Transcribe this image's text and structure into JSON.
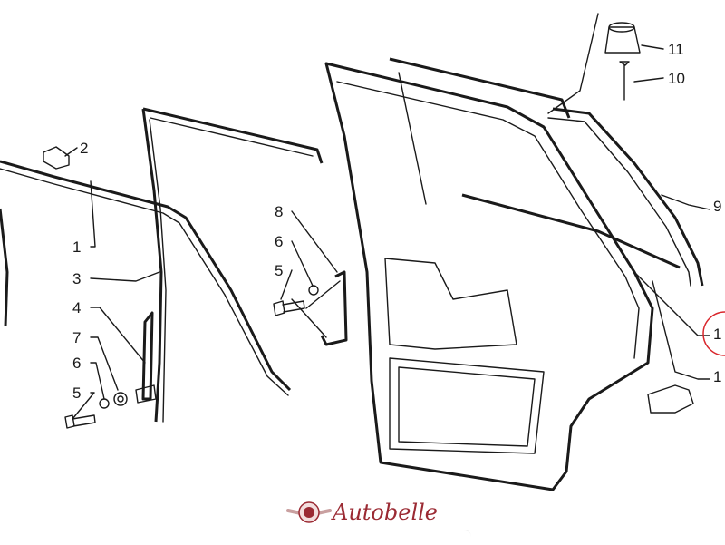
{
  "diagram": {
    "labels": {
      "p2": "2",
      "p1a": "1",
      "p3": "3",
      "p4": "4",
      "p7": "7",
      "p6a": "6",
      "p5a": "5",
      "p8": "8",
      "p6b": "6",
      "p5b": "5",
      "p11": "11",
      "p10": "10",
      "p9": "9",
      "p1b": "1",
      "p1c": "1"
    },
    "highlight_color": "#d9262c"
  },
  "brand": {
    "name": "Autobelle",
    "color": "#9b2a33"
  }
}
